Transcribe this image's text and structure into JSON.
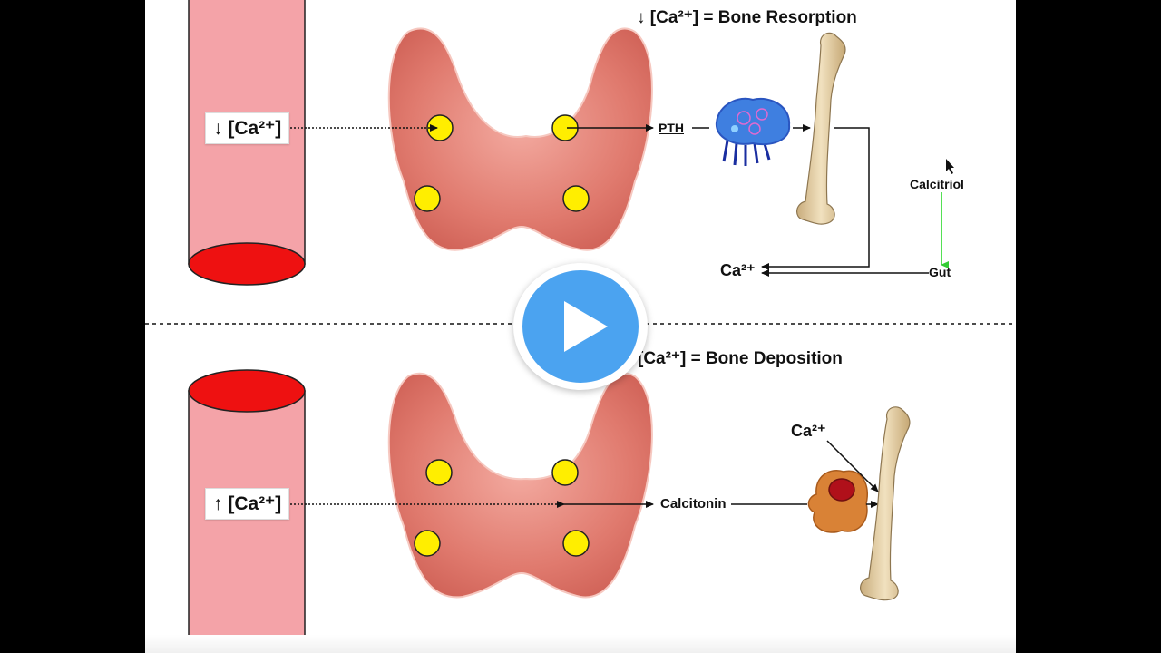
{
  "top": {
    "heading_arrow": "↓",
    "heading_text": "[Ca²⁺] = Bone Resorption",
    "blood_label": "↓ [Ca²⁺]",
    "pth": "PTH",
    "calcitriol": "Calcitriol",
    "gut": "Gut",
    "ca_out": "Ca²⁺"
  },
  "bottom": {
    "heading_text": "[Ca²⁺] = Bone Deposition",
    "blood_label": "↑ [Ca²⁺]",
    "calcitonin": "Calcitonin",
    "ca_in": "Ca²⁺"
  },
  "colors": {
    "vessel": "#f4a3a8",
    "vessel_opening": "#ee1111",
    "thyroid": "#e07a6e",
    "parathyroid": "#ffee00",
    "bone": "#e8d3a6",
    "calcitriol_arrow": "#55e055",
    "play": "#4ba3f0"
  }
}
